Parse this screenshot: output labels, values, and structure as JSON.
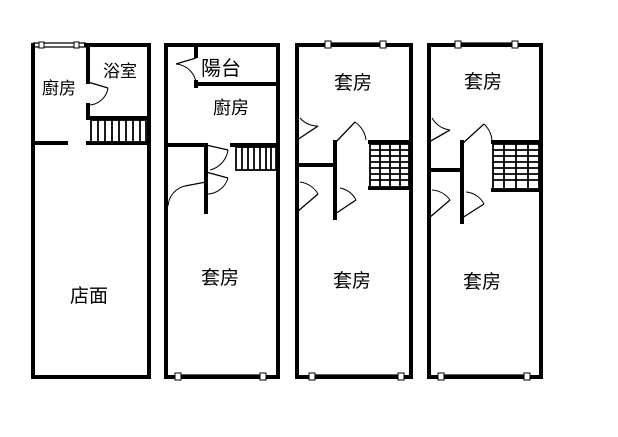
{
  "plans": [
    {
      "rooms": {
        "kitchen": "廚房",
        "bathroom": "浴室",
        "shop": "店面"
      }
    },
    {
      "rooms": {
        "balcony": "陽台",
        "kitchen": "廚房",
        "suite": "套房"
      }
    },
    {
      "rooms": {
        "suite_top": "套房",
        "suite_bottom": "套房"
      }
    },
    {
      "rooms": {
        "suite_top": "套房",
        "suite_bottom": "套房"
      }
    }
  ]
}
